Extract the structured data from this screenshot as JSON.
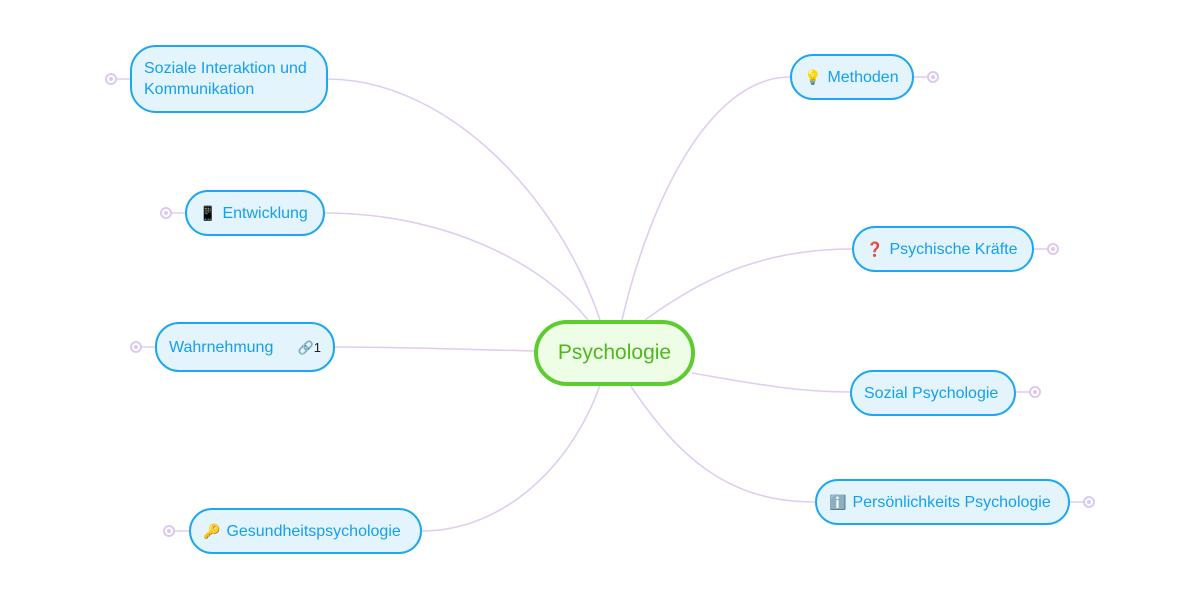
{
  "central_topic": "Psychologie",
  "topics": [
    {
      "id": "soziale",
      "label": "Soziale Interaktion und Kommunikation",
      "icon": "",
      "side": "left"
    },
    {
      "id": "entwicklung",
      "label": "Entwicklung",
      "icon": "📱",
      "side": "left"
    },
    {
      "id": "wahrnehmung",
      "label": "Wahrnehmung",
      "icon": "",
      "side": "left",
      "link_count": "1"
    },
    {
      "id": "gesundheit",
      "label": "Gesundheitspsychologie",
      "icon": "🔑",
      "side": "left"
    },
    {
      "id": "methoden",
      "label": "Methoden",
      "icon": "💡",
      "side": "right"
    },
    {
      "id": "psychische",
      "label": "Psychische Kräfte",
      "icon": "❓",
      "side": "right"
    },
    {
      "id": "sozialpsych",
      "label": "Sozial Psychologie",
      "icon": "",
      "side": "right"
    },
    {
      "id": "persoenlichkeit",
      "label": "Persönlichkeits Psychologie",
      "icon": "ℹ️",
      "side": "right"
    }
  ],
  "colors": {
    "node_border": "#1ea7f0",
    "node_fill": "#e3f4fd",
    "center_border": "#5ccc2e",
    "line": "#dcc9f2"
  }
}
